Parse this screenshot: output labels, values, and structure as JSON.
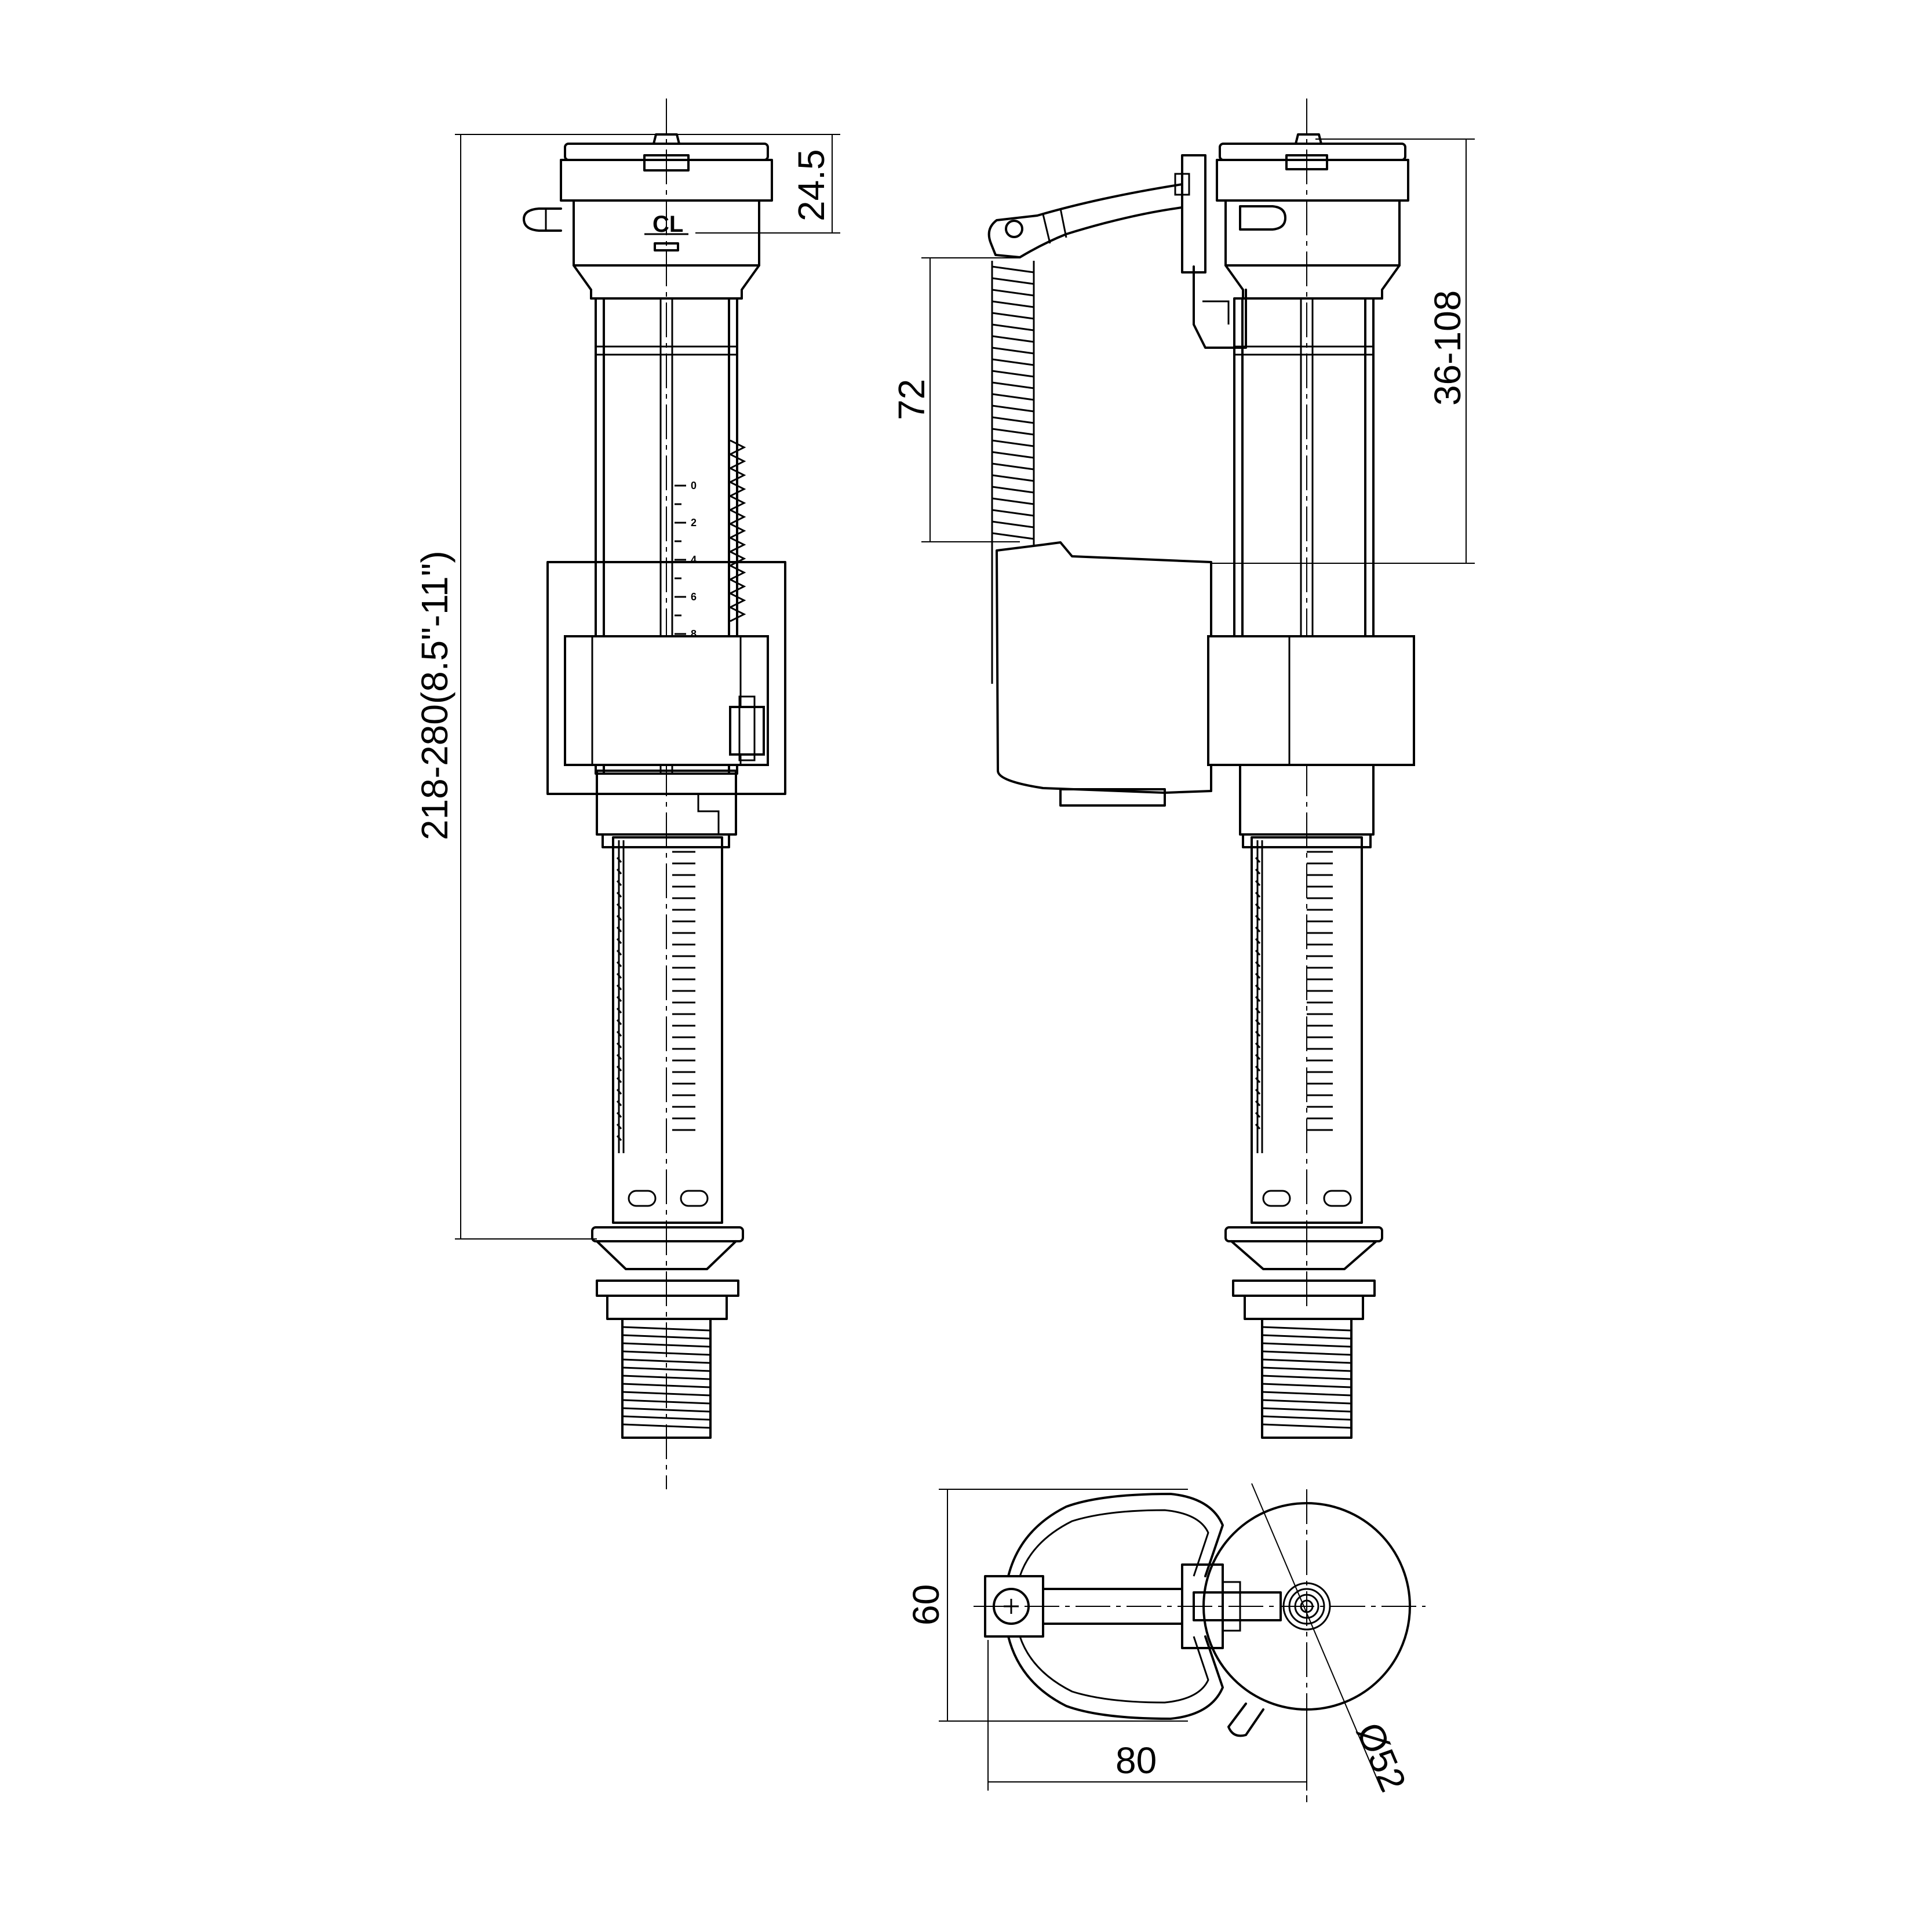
{
  "dimensions": {
    "overall_height": "218-280(8.5\"-11\")",
    "cap_height": "24.5",
    "float_travel": "72",
    "adjust_range": "36-108",
    "plan_width": "60",
    "plan_length": "80",
    "cap_diameter": "Ø52"
  },
  "markings": {
    "centerline": "CL",
    "scale_numbers": [
      "0",
      "2",
      "4",
      "6",
      "8"
    ]
  },
  "colors": {
    "line": "#000000",
    "background": "#ffffff"
  }
}
